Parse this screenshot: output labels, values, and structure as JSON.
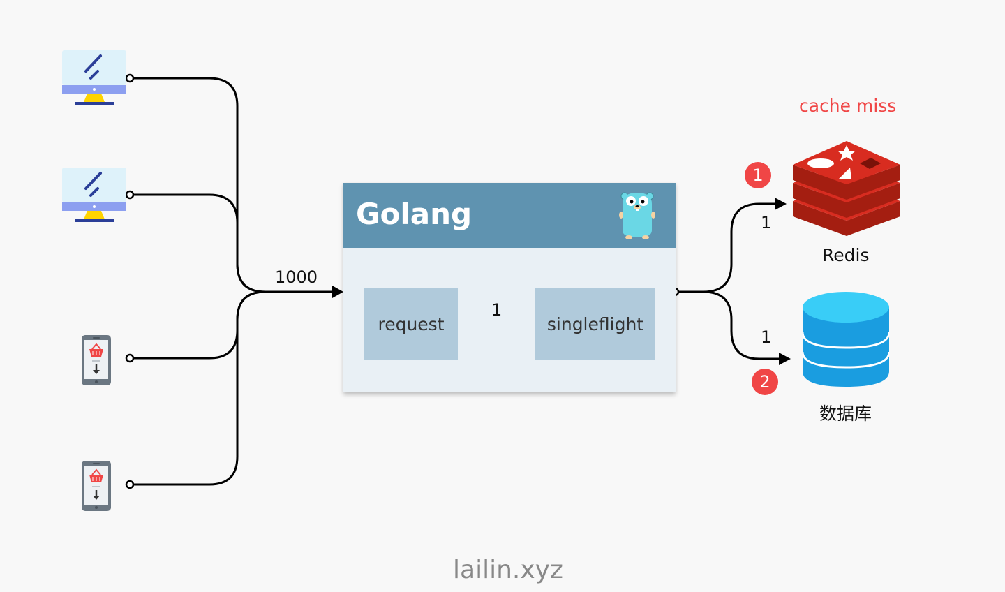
{
  "golang": {
    "title": "Golang",
    "request_label": "request",
    "singleflight_label": "singleflight",
    "inner_count": "1"
  },
  "incoming": {
    "count": "1000"
  },
  "redis": {
    "label": "Redis",
    "status": "cache miss",
    "count": "1",
    "step": "1"
  },
  "database": {
    "label": "数据库",
    "count": "1",
    "step": "2"
  },
  "watermark": "lailin.xyz",
  "colors": {
    "golang_header": "#5f93b0",
    "golang_body": "#e9f0f5",
    "inner_box": "#b0cadb",
    "cache_miss": "#f04646",
    "redis_red": "#d82c20",
    "db_blue": "#1a9de0"
  },
  "clients": [
    {
      "type": "desktop-monitor-icon"
    },
    {
      "type": "desktop-monitor-icon"
    },
    {
      "type": "mobile-shopping-icon"
    },
    {
      "type": "mobile-shopping-icon"
    }
  ]
}
